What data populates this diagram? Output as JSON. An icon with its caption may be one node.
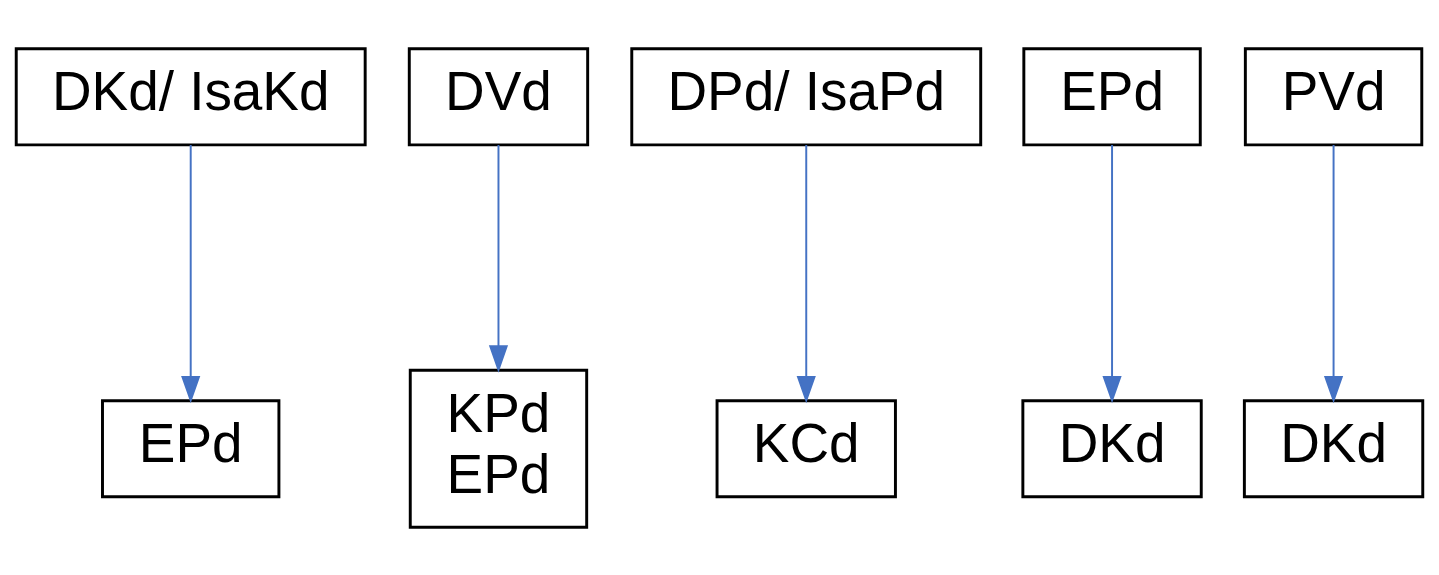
{
  "diagram": {
    "nodes": [
      {
        "text": [
          "DKd/ IsaKd"
        ]
      },
      {
        "text": [
          "DVd"
        ]
      },
      {
        "text": [
          "DPd/ IsaPd"
        ]
      },
      {
        "text": [
          "EPd"
        ]
      },
      {
        "text": [
          "PVd"
        ]
      },
      {
        "text": [
          "EPd"
        ]
      },
      {
        "text": [
          "KPd",
          "EPd"
        ]
      },
      {
        "text": [
          "KCd"
        ]
      },
      {
        "text": [
          "DKd"
        ]
      },
      {
        "text": [
          "DKd"
        ]
      }
    ],
    "edges": [
      {
        "from": 0,
        "to": 5,
        "arrow": "to"
      },
      {
        "from": 1,
        "to": 6,
        "arrow": "to"
      },
      {
        "from": 2,
        "to": 7,
        "arrow": "to"
      },
      {
        "from": 3,
        "to": 8,
        "arrow": "to"
      },
      {
        "from": 4,
        "to": 9,
        "arrow": "to"
      }
    ]
  }
}
